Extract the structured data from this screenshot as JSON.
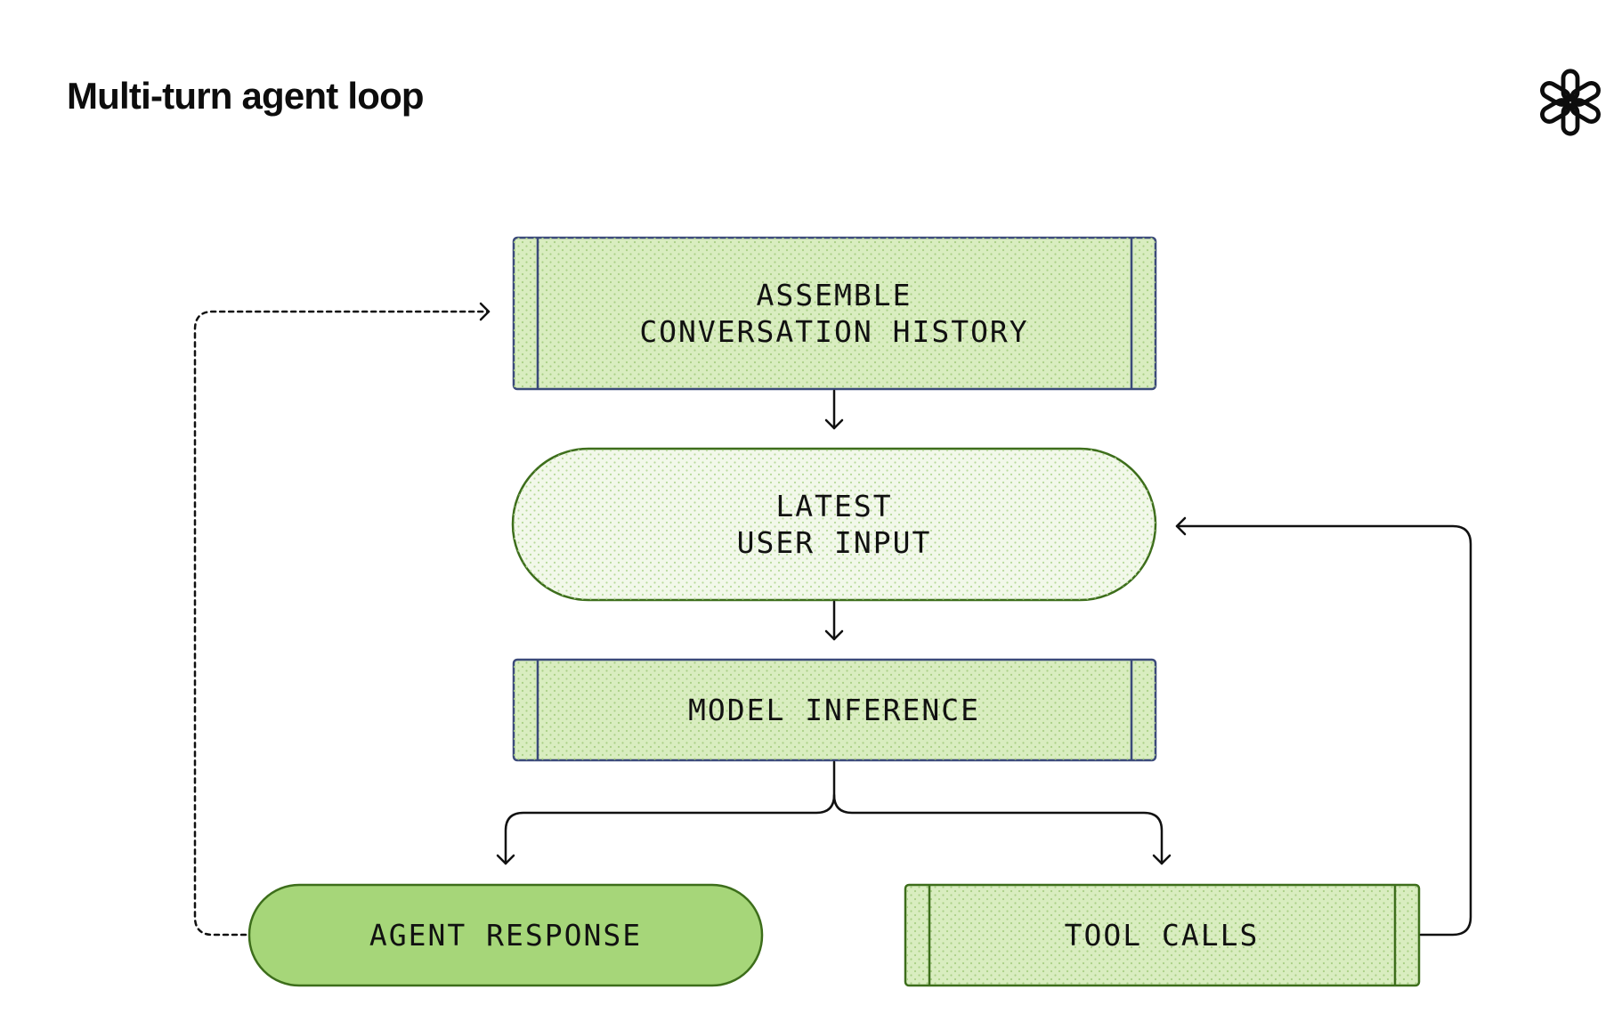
{
  "title": "Multi-turn agent loop",
  "logo": {
    "icon": "openai-logo-icon"
  },
  "colors": {
    "box_fill": "#d9edc0",
    "box_border_blue": "#3b4a7a",
    "box_border_green": "#3d6e1b",
    "pill_fill": "#f2f8ea",
    "pill_border": "#3d6e1b",
    "response_fill": "#a6d679",
    "dots": "#a9cf85",
    "arrow": "#111111"
  },
  "nodes": {
    "history": {
      "lines": [
        "ASSEMBLE",
        "CONVERSATION HISTORY"
      ]
    },
    "input": {
      "lines": [
        "LATEST",
        "USER INPUT"
      ]
    },
    "inference": {
      "lines": [
        "MODEL INFERENCE"
      ]
    },
    "response": {
      "lines": [
        "AGENT RESPONSE"
      ]
    },
    "tools": {
      "lines": [
        "TOOL CALLS"
      ]
    }
  },
  "edges": [
    {
      "from": "history",
      "to": "input",
      "style": "solid"
    },
    {
      "from": "input",
      "to": "inference",
      "style": "solid"
    },
    {
      "from": "inference",
      "to": "response",
      "style": "solid"
    },
    {
      "from": "inference",
      "to": "tools",
      "style": "solid"
    },
    {
      "from": "tools",
      "to": "input",
      "style": "solid"
    },
    {
      "from": "response",
      "to": "history",
      "style": "dashed"
    }
  ]
}
